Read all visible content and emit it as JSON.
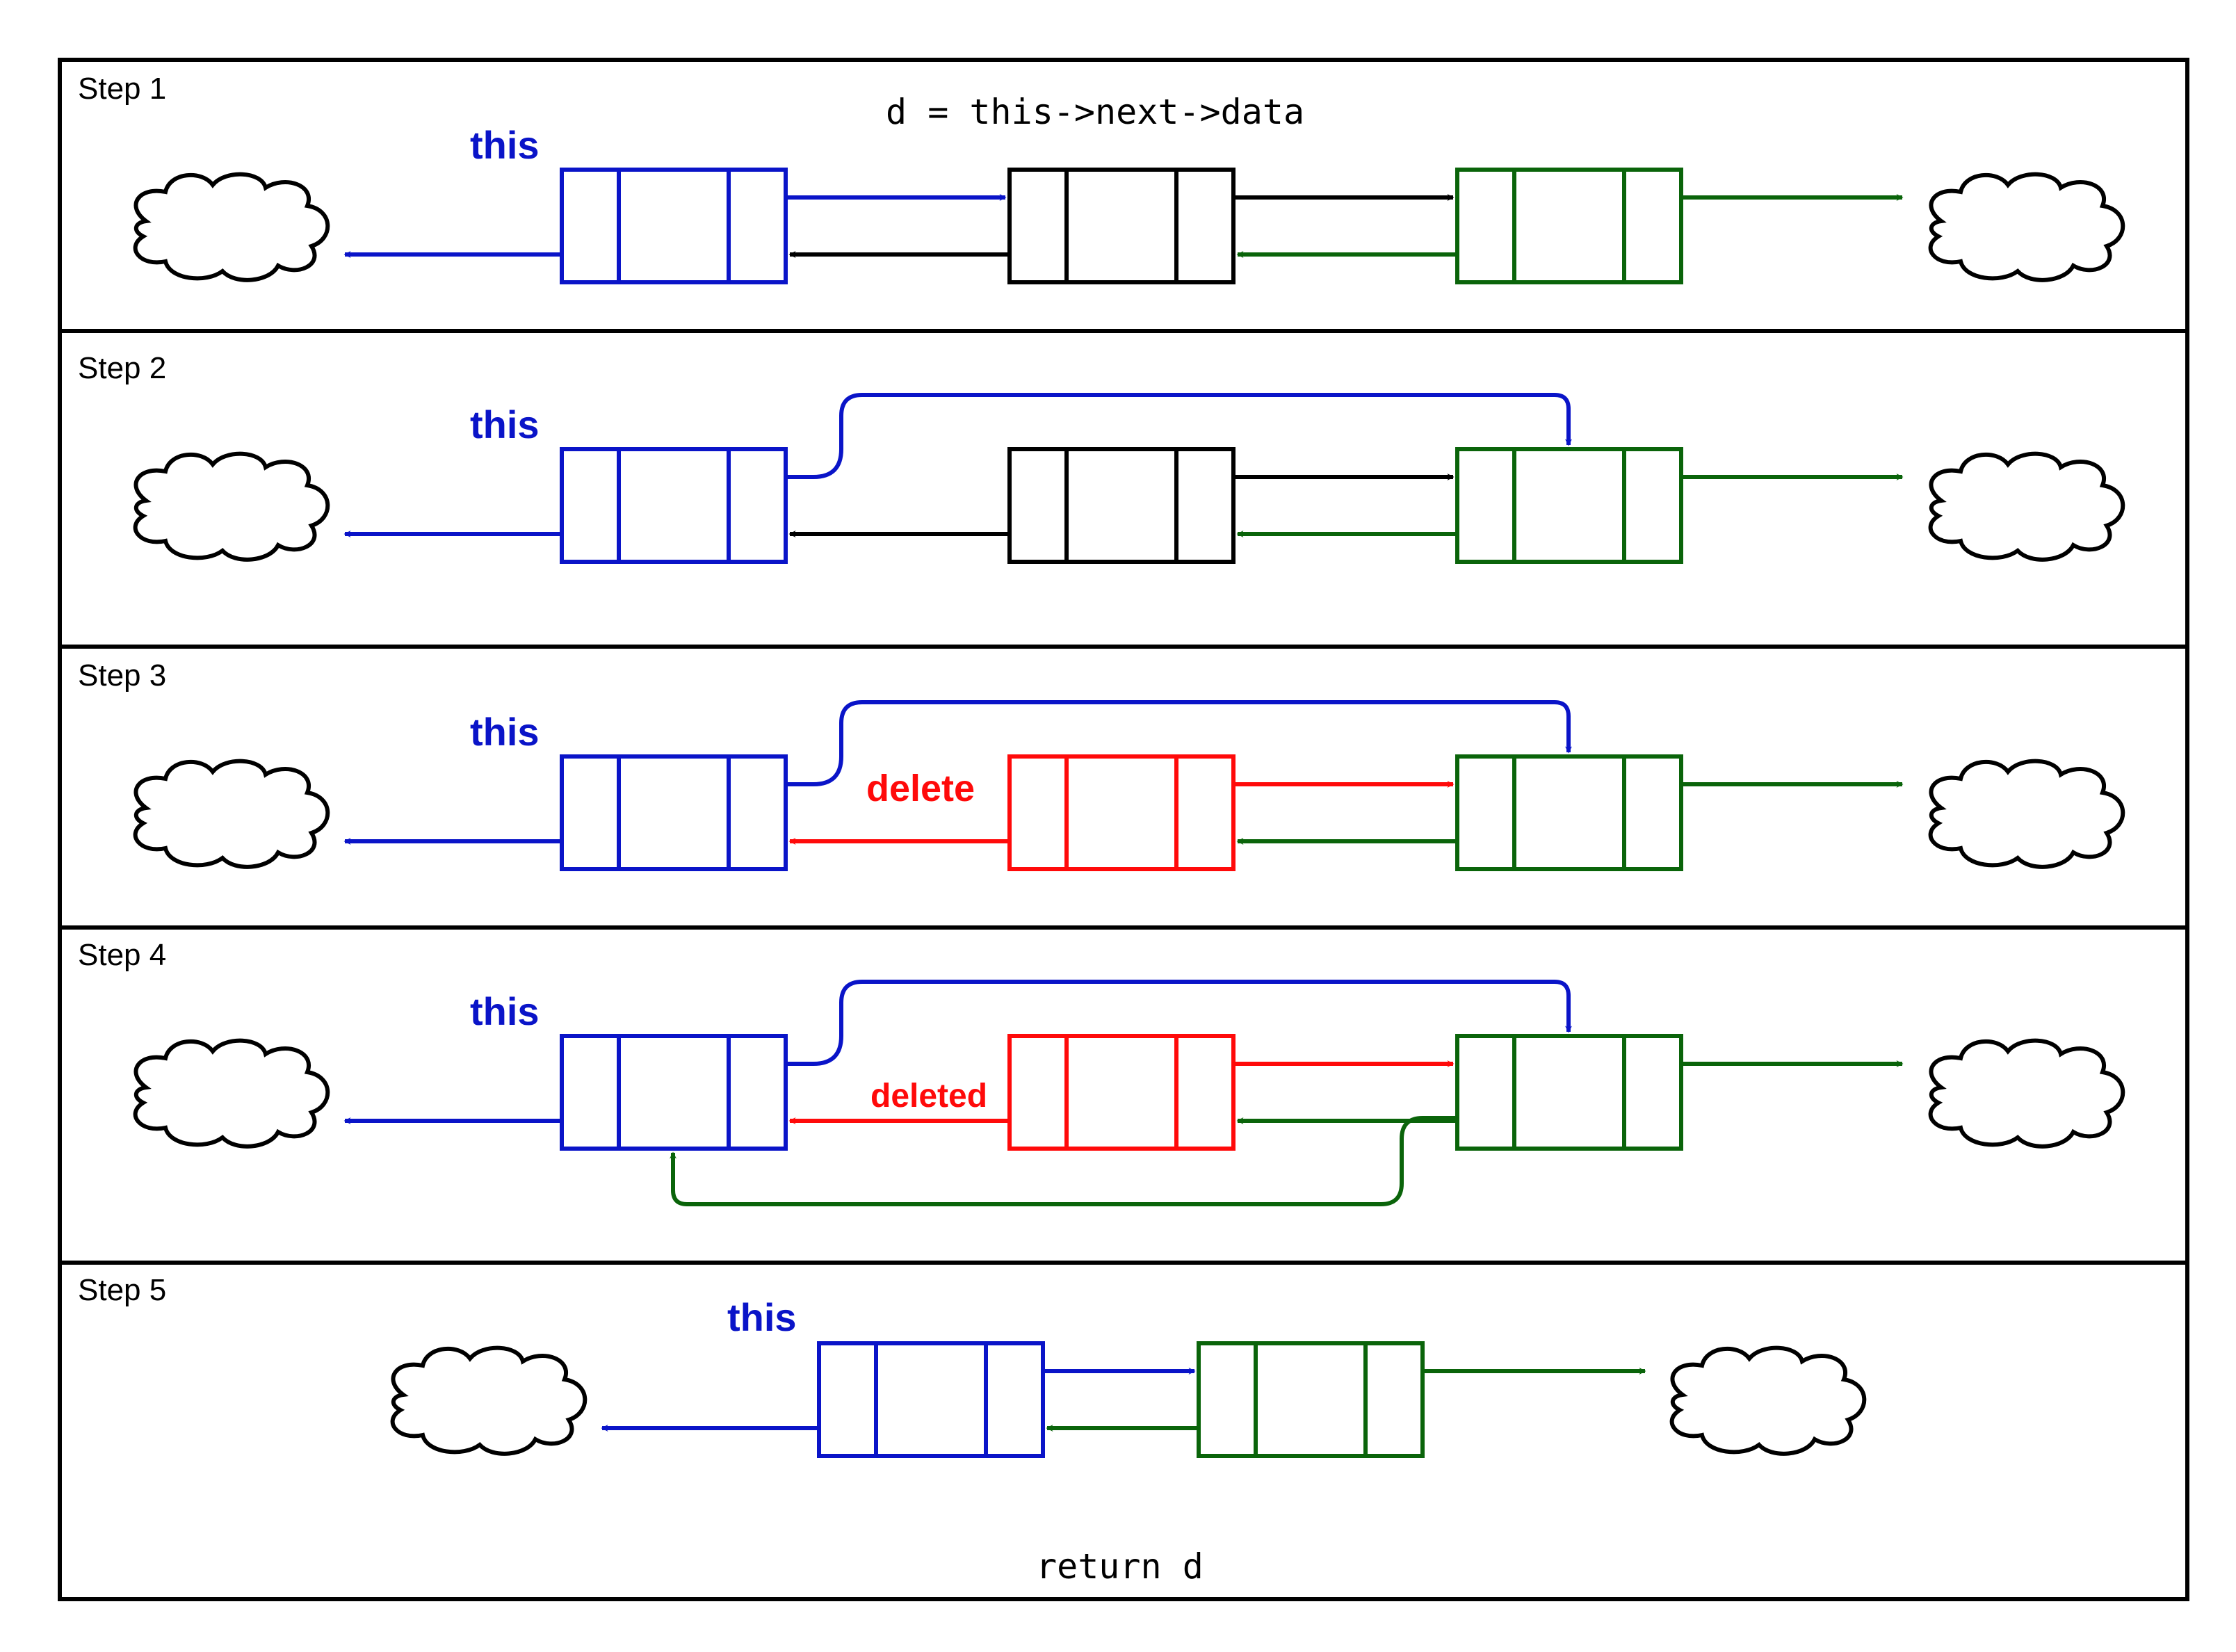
{
  "colors": {
    "blue": "#0a14c8",
    "black": "#000000",
    "green": "#0a640a",
    "red": "#ff0a0a"
  },
  "panels": [
    {
      "label": "Step 1",
      "code": "d = this->next->data",
      "this_label": "this"
    },
    {
      "label": "Step 2",
      "this_label": "this"
    },
    {
      "label": "Step 3",
      "this_label": "this",
      "node_label": "delete"
    },
    {
      "label": "Step 4",
      "this_label": "this",
      "node_label": "deleted"
    },
    {
      "label": "Step 5",
      "this_label": "this",
      "code": "return d"
    }
  ],
  "icons": [
    "cloud-icon"
  ]
}
